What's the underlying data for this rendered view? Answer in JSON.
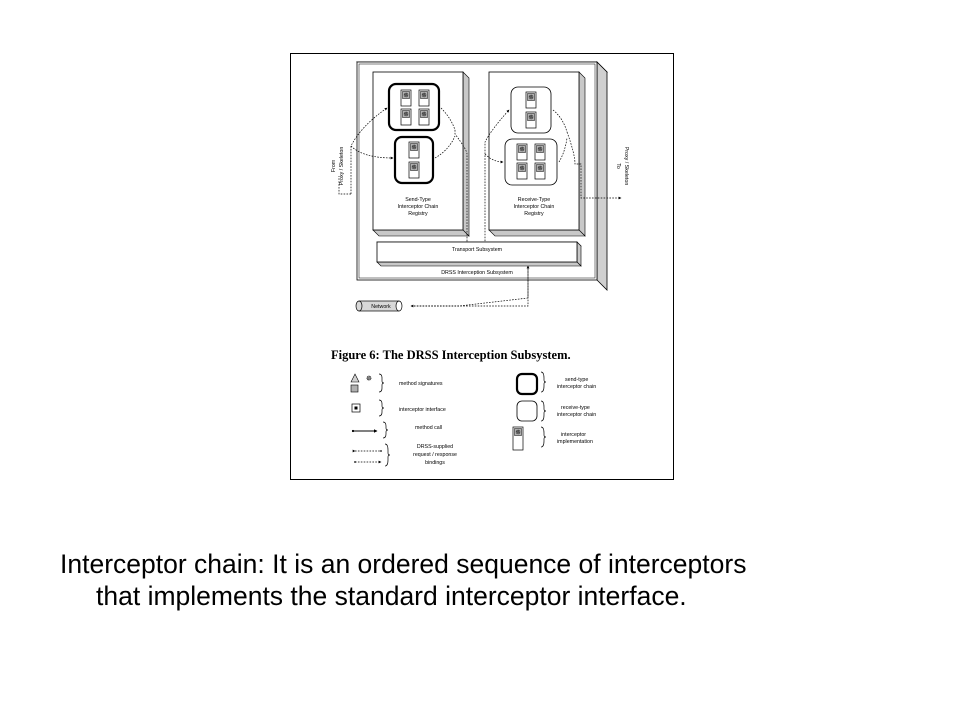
{
  "figure": {
    "caption": "Figure 6: The DRSS Interception Subsystem.",
    "send_registry": [
      "Send-Type",
      "Interceptor Chain",
      "Registry"
    ],
    "receive_registry": [
      "Receive-Type",
      "Interceptor Chain",
      "Registry"
    ],
    "transport": "Transport Subsystem",
    "drss_subsystem": "DRSS Interception Subsystem",
    "network": "Network",
    "from_label": [
      "From",
      "Proxy / Skeleton"
    ],
    "to_label": [
      "To",
      "Proxy / Skeleton"
    ]
  },
  "legend": {
    "method_signatures": "method signatures",
    "interceptor_interface": "interceptor interface",
    "method_call": "method call",
    "drss_bindings": [
      "DRSS-supplied",
      "request / response",
      "bindings"
    ],
    "send_chain": [
      "send-type",
      "interceptor chain"
    ],
    "receive_chain": [
      "receive-type",
      "interceptor chain"
    ],
    "implementation": [
      "interceptor",
      "implementation"
    ]
  },
  "slide": {
    "line1": "Interceptor chain: It is an ordered sequence of interceptors",
    "line2": "that implements the standard interceptor interface."
  }
}
